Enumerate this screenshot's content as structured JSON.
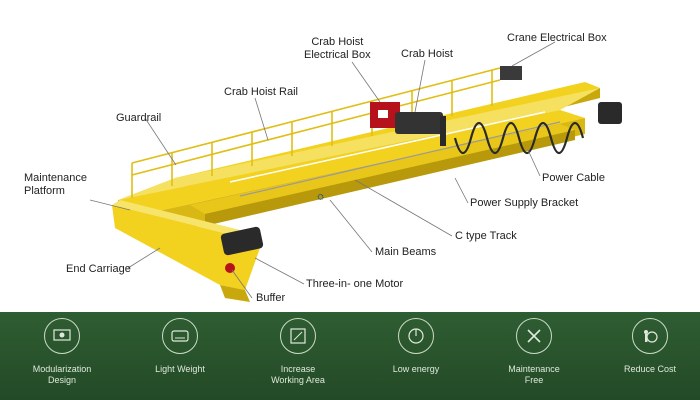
{
  "labels": {
    "crab_hoist_electrical_box_1": "Crab Hoist",
    "crab_hoist_electrical_box_2": "Electrical Box",
    "crab_hoist": "Crab Hoist",
    "crane_electrical_box": "Crane Electrical Box",
    "crab_hoist_rail": "Crab Hoist Rail",
    "guardrail": "Guardrail",
    "maintenance_platform_1": "Maintenance",
    "maintenance_platform_2": "Platform",
    "power_cable": "Power Cable",
    "power_supply_bracket": "Power Supply Bracket",
    "c_type_track": "C type Track",
    "main_beams": "Main Beams",
    "end_carriage": "End Carriage",
    "three_in_one_motor": "Three-in- one Motor",
    "buffer": "Buffer"
  },
  "features": [
    {
      "line1": "Modularization",
      "line2": "Design",
      "icon": "modular-icon"
    },
    {
      "line1": "Light Weight",
      "line2": "",
      "icon": "weight-icon"
    },
    {
      "line1": "Increase",
      "line2": "Working Area",
      "icon": "area-icon"
    },
    {
      "line1": "Low energy",
      "line2": "",
      "icon": "energy-icon"
    },
    {
      "line1": "Maintenance",
      "line2": "Free",
      "icon": "tools-icon"
    },
    {
      "line1": "Reduce Cost",
      "line2": "",
      "icon": "cost-icon"
    }
  ],
  "colors": {
    "crane_yellow": "#f2d21e",
    "crane_shadow": "#c9a80e",
    "hoist_red": "#b5121b",
    "band_green": "#2f5d32"
  }
}
